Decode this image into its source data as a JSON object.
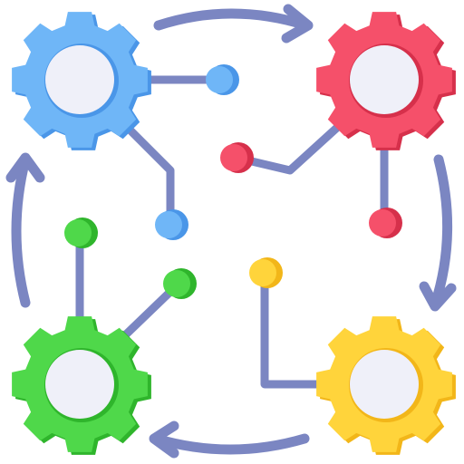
{
  "diagram": {
    "colors": {
      "line": "#7b86c2",
      "background": "#ffffff",
      "gear_center": "#eff0f9",
      "blue": "#6fb6f7",
      "blue_shade": "#4a96e8",
      "red": "#f5506a",
      "red_shade": "#d6304b",
      "green": "#4fd84a",
      "green_shade": "#2fb52c",
      "yellow": "#ffd43b",
      "yellow_shade": "#f2b619"
    },
    "gears": [
      {
        "id": "blue",
        "color_key": "blue",
        "icon": "gear-icon"
      },
      {
        "id": "red",
        "color_key": "red",
        "icon": "gear-icon"
      },
      {
        "id": "green",
        "color_key": "green",
        "icon": "gear-icon"
      },
      {
        "id": "yellow",
        "color_key": "yellow",
        "icon": "gear-icon"
      }
    ],
    "cycle_arrows": [
      "top-right",
      "right-down",
      "bottom-left",
      "left-up"
    ]
  }
}
